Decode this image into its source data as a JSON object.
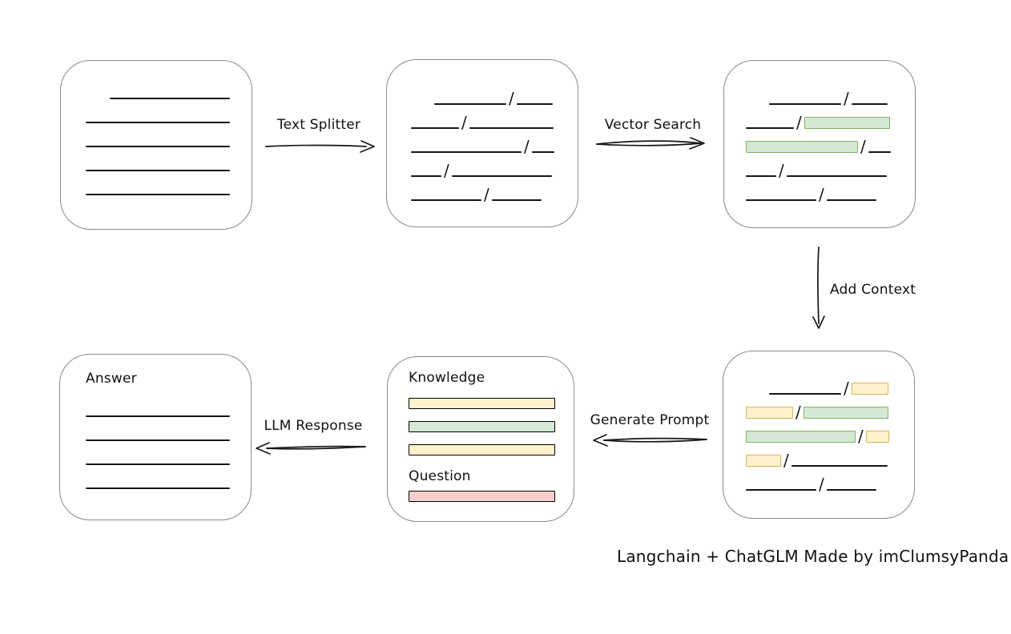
{
  "caption": "Langchain + ChatGLM Made by imClumsyPanda",
  "labels": {
    "text_splitter": "Text Splitter",
    "vector_search": "Vector Search",
    "add_context": "Add Context",
    "generate_prompt": "Generate Prompt",
    "llm_response": "LLM Response",
    "knowledge": "Knowledge",
    "question": "Question",
    "answer": "Answer"
  },
  "glyphs": {
    "slash": "/"
  },
  "colors": {
    "green_fill": "#d5e8d4",
    "green_border": "#82b366",
    "yellow_fill": "#fff2cc",
    "yellow_border": "#d6b656",
    "red_fill": "#f8cecc",
    "red_border": "#b85450",
    "box_border": "#8a8a8a",
    "ink": "#161616"
  },
  "boxes": {
    "document": {
      "rows": [
        [
          {
            "t": "sp",
            "w": 30
          },
          {
            "t": "ln",
            "w": 150
          }
        ],
        [
          {
            "t": "ln",
            "w": 180
          }
        ],
        [
          {
            "t": "ln",
            "w": 180
          }
        ],
        [
          {
            "t": "ln",
            "w": 180
          }
        ],
        [
          {
            "t": "ln",
            "w": 180
          }
        ]
      ]
    },
    "split_chunks": {
      "rows": [
        [
          {
            "t": "sp",
            "w": 29
          },
          {
            "t": "ln",
            "w": 90
          },
          {
            "t": "sl"
          },
          {
            "t": "ln",
            "w": 45
          }
        ],
        [
          {
            "t": "ln",
            "w": 60
          },
          {
            "t": "sl"
          },
          {
            "t": "ln",
            "w": 105
          }
        ],
        [
          {
            "t": "ln",
            "w": 138
          },
          {
            "t": "sl"
          },
          {
            "t": "ln",
            "w": 28
          }
        ],
        [
          {
            "t": "ln",
            "w": 38
          },
          {
            "t": "sl"
          },
          {
            "t": "ln",
            "w": 125
          }
        ],
        [
          {
            "t": "ln",
            "w": 88
          },
          {
            "t": "sl"
          },
          {
            "t": "ln",
            "w": 62
          }
        ]
      ]
    },
    "vector_result": {
      "rows": [
        [
          {
            "t": "sp",
            "w": 29
          },
          {
            "t": "ln",
            "w": 90
          },
          {
            "t": "sl"
          },
          {
            "t": "ln",
            "w": 45
          }
        ],
        [
          {
            "t": "ln",
            "w": 60
          },
          {
            "t": "sl"
          },
          {
            "t": "ch",
            "c": "green",
            "w": 105
          }
        ],
        [
          {
            "t": "ch",
            "c": "green",
            "w": 138
          },
          {
            "t": "sl"
          },
          {
            "t": "ln",
            "w": 28
          }
        ],
        [
          {
            "t": "ln",
            "w": 38
          },
          {
            "t": "sl"
          },
          {
            "t": "ln",
            "w": 125
          }
        ],
        [
          {
            "t": "ln",
            "w": 88
          },
          {
            "t": "sl"
          },
          {
            "t": "ln",
            "w": 62
          }
        ]
      ]
    },
    "context_result": {
      "rows": [
        [
          {
            "t": "sp",
            "w": 29
          },
          {
            "t": "ln",
            "w": 90
          },
          {
            "t": "sl"
          },
          {
            "t": "ch",
            "c": "yellow",
            "w": 44
          }
        ],
        [
          {
            "t": "ch",
            "c": "yellow",
            "w": 57
          },
          {
            "t": "sl"
          },
          {
            "t": "ch",
            "c": "green",
            "w": 104
          }
        ],
        [
          {
            "t": "ch",
            "c": "green",
            "w": 135
          },
          {
            "t": "sl"
          },
          {
            "t": "ch",
            "c": "yellow",
            "w": 27
          }
        ],
        [
          {
            "t": "ch",
            "c": "yellow",
            "w": 42
          },
          {
            "t": "sl"
          },
          {
            "t": "ln",
            "w": 120
          }
        ],
        [
          {
            "t": "ln",
            "w": 88
          },
          {
            "t": "sl"
          },
          {
            "t": "ln",
            "w": 62
          }
        ]
      ]
    },
    "prompt": {
      "knowledge_bars": [
        "yellow",
        "green",
        "yellow"
      ],
      "question_bars": [
        "red"
      ]
    },
    "answer": {
      "rows": [
        [
          {
            "t": "ln",
            "w": 180
          }
        ],
        [
          {
            "t": "ln",
            "w": 180
          }
        ],
        [
          {
            "t": "ln",
            "w": 180
          }
        ],
        [
          {
            "t": "ln",
            "w": 180
          }
        ]
      ]
    }
  }
}
